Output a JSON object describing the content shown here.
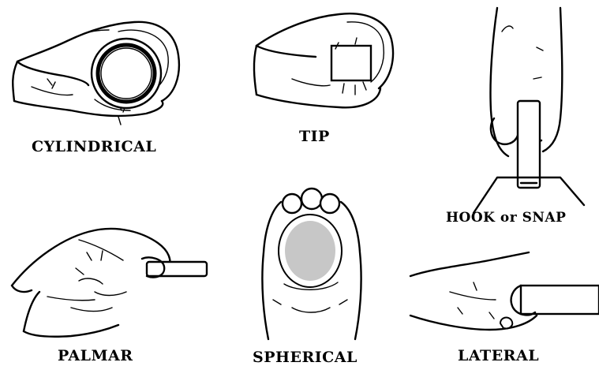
{
  "grasps": [
    {
      "name": "CYLINDRICAL"
    },
    {
      "name": "TIP"
    },
    {
      "name": "HOOK or SNAP"
    },
    {
      "name": "PALMAR"
    },
    {
      "name": "SPHERICAL"
    },
    {
      "name": "LATERAL"
    }
  ],
  "colors": {
    "ink": "#000000",
    "background": "#ffffff"
  }
}
